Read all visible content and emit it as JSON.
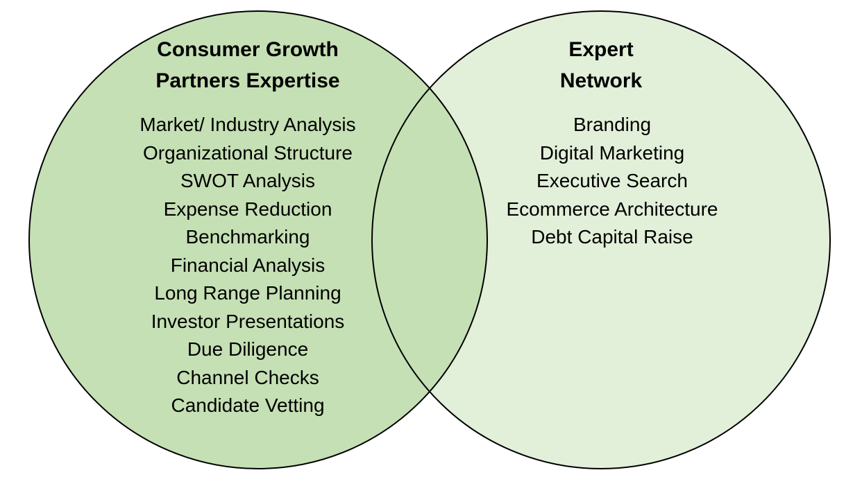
{
  "diagram": {
    "colors": {
      "left_fill": "#c5e0b4",
      "right_fill": "#e2efd9",
      "overlap_fill": "#c5e0b4",
      "stroke": "#000000"
    },
    "left": {
      "title_lines": [
        "Consumer Growth",
        "Partners Expertise"
      ],
      "items": [
        "Market/ Industry Analysis",
        "Organizational Structure",
        "SWOT Analysis",
        "Expense Reduction",
        "Benchmarking",
        "Financial Analysis",
        "Long Range Planning",
        "Investor Presentations",
        "Due Diligence",
        "Channel Checks",
        "Candidate Vetting"
      ]
    },
    "right": {
      "title_lines": [
        "Expert",
        "Network"
      ],
      "items": [
        "Branding",
        "Digital Marketing",
        "Executive Search",
        "Ecommerce Architecture",
        "Debt Capital Raise"
      ]
    }
  }
}
